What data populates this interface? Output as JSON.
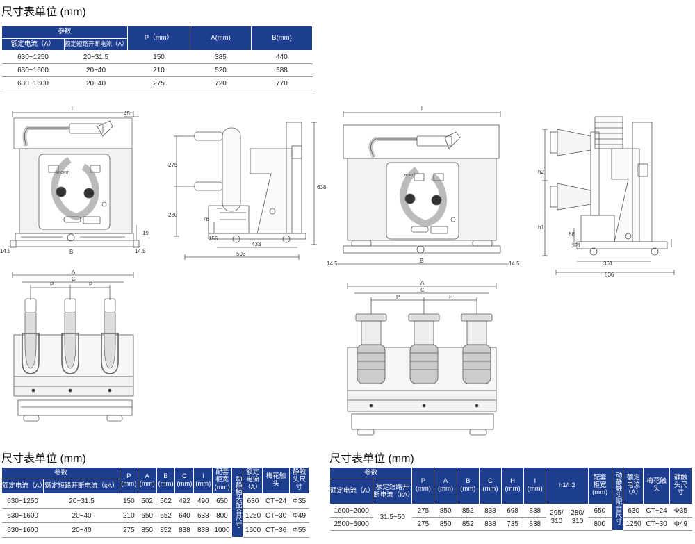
{
  "title_top": "尺寸表单位 (mm)",
  "title_bl": "尺寸表单位 (mm)",
  "title_br": "尺寸表单位 (mm)",
  "t1": {
    "h_params": "参数",
    "h_current": "额定电流（A）",
    "h_break": "额定短路开断电流（A）",
    "h_p": "P（mm）",
    "h_a": "A(mm)",
    "h_b": "B(mm)",
    "rows": [
      {
        "c": "630~1250",
        "k": "20~31.5",
        "p": "150",
        "a": "385",
        "b": "440"
      },
      {
        "c": "630~1600",
        "k": "20~40",
        "p": "210",
        "a": "520",
        "b": "588"
      },
      {
        "c": "630~1600",
        "k": "20~40",
        "p": "275",
        "a": "720",
        "b": "770"
      }
    ]
  },
  "t2": {
    "h_params": "参数",
    "h_current": "额定电流（A）",
    "h_break": "额定短路开断电流（kA）",
    "h_p": "P",
    "h_a": "A",
    "h_b": "B",
    "h_c": "C",
    "h_i": "l",
    "h_mm": "(mm)",
    "h_cab1": "配套",
    "h_cab2": "柜宽",
    "h_contact_v": "动静触头配合尺寸",
    "h_rc1": "额定",
    "h_rc2": "电流",
    "h_rc3": "（A）",
    "h_plum1": "梅花触",
    "h_plum2": "头",
    "h_st1": "静触",
    "h_st2": "头尺",
    "h_st3": "寸",
    "rows": [
      {
        "c": "630~1250",
        "k": "20~31.5",
        "p": "150",
        "a": "502",
        "b": "502",
        "cc": "492",
        "i": "490",
        "w": "650",
        "rc": "630",
        "pl": "CT−24",
        "st": "Φ35"
      },
      {
        "c": "630~1600",
        "k": "20~40",
        "p": "210",
        "a": "650",
        "b": "652",
        "cc": "640",
        "i": "638",
        "w": "800",
        "rc": "1250",
        "pl": "CT−30",
        "st": "Φ49"
      },
      {
        "c": "630~1600",
        "k": "20~40",
        "p": "275",
        "a": "850",
        "b": "852",
        "cc": "838",
        "i": "838",
        "w": "1000",
        "rc": "1600",
        "pl": "CT−36",
        "st": "Φ55"
      }
    ]
  },
  "t3": {
    "h_params": "参数",
    "h_current": "额定电流（A）",
    "h_break1": "额定短路开",
    "h_break2": "断电流（kA）",
    "h_p": "P",
    "h_a": "A",
    "h_b": "B",
    "h_c": "C",
    "h_h": "H",
    "h_i": "I",
    "h_mm": "(mm)",
    "h_h12": "h1/h2",
    "h_cab1": "配套",
    "h_cab2": "柜宽",
    "h_contact_v": "动静触头配合尺寸",
    "h_rc1": "额定",
    "h_rc2": "电流",
    "h_rc3": "（A）",
    "h_plum1": "梅花触",
    "h_plum2": "头",
    "h_st1": "静触",
    "h_st2": "头尺",
    "h_st3": "寸",
    "k_shared": "31.5~50",
    "rows": [
      {
        "c": "1600~2000",
        "p": "275",
        "a": "850",
        "b": "852",
        "cc": "838",
        "h": "698",
        "i": "838",
        "w": "650",
        "rc": "630",
        "pl": "CT−24",
        "st": "Φ35"
      },
      {
        "c": "2500~5000",
        "p": "275",
        "a": "850",
        "b": "852",
        "cc": "838",
        "h": "735",
        "i": "838",
        "w": "800",
        "rc": "1250",
        "pl": "CT−30",
        "st": "Φ49"
      }
    ],
    "h12_a": "295/\n310",
    "h12_b": "280/\n310"
  },
  "drawing_labels": {
    "l": "l",
    "n45": "45",
    "b": "B",
    "n145": "14.5",
    "n19": "19",
    "n275": "275",
    "n280": "280",
    "n76": "76",
    "n155": "155",
    "n638": "638",
    "n433": "433",
    "n593": "593",
    "a": "A",
    "c": "C",
    "p": "P",
    "h2": "h2",
    "h1": "h1",
    "n88": "88",
    "n121": "121",
    "n361": "361",
    "n536": "536",
    "brand": "CHORIT"
  }
}
